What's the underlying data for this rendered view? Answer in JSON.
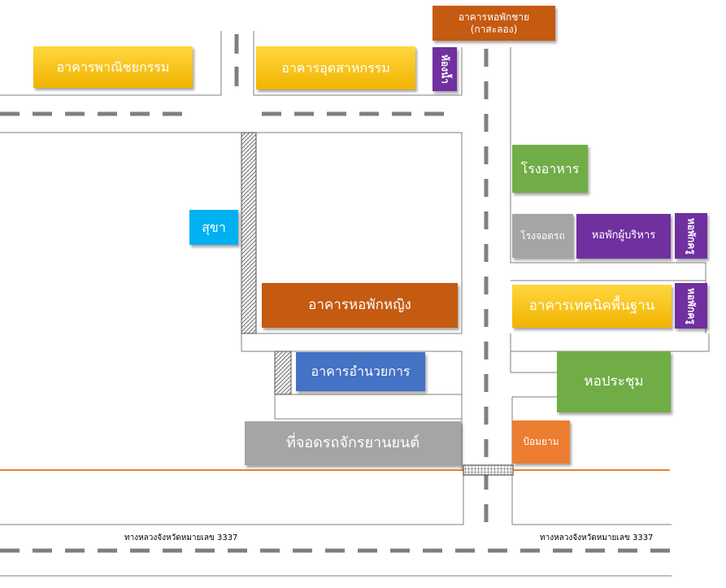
{
  "buildings": {
    "commerce": "อาคารพาณิชยกรรม",
    "industry": "อาคารอุตสาหกรรม",
    "male_dorm_line1": "อาคารหอพักชาย",
    "male_dorm_line2": "(กาสะลอง)",
    "toilet_top": "ห้องน้ำ",
    "canteen": "โรงอาหาร",
    "garage": "โรงจอดรถ",
    "exec_dorm": "หอพักผู้บริหาร",
    "exec_dorm_side": "หอพักครู",
    "clinic": "สุขา",
    "female_dorm": "อาคารหอพักหญิง",
    "basic_tech": "อาคารเทคนิคพื้นฐาน",
    "basic_tech_side": "หอพักครู",
    "admin": "อาคารอำนวยการ",
    "hall": "หอประชุม",
    "motorbike_parking": "ที่จอดรถจักรยานยนต์",
    "guard": "ป้อมยาม"
  },
  "roads": {
    "highway_left": "ทางหลวงจังหวัดหมายเลข 3337",
    "highway_right": "ทางหลวงจังหวัดหมายเลข 3337"
  },
  "colors": {
    "yellow": "#ffc000",
    "orange": "#c55a11",
    "purple": "#7030a0",
    "green": "#70ad47",
    "gray": "#a5a5a5",
    "blue": "#4472c4",
    "cyan": "#00b0f0",
    "bright_orange": "#ed7d31",
    "road_dash": "#7f7f7f",
    "orange_line": "#ed7d31"
  }
}
